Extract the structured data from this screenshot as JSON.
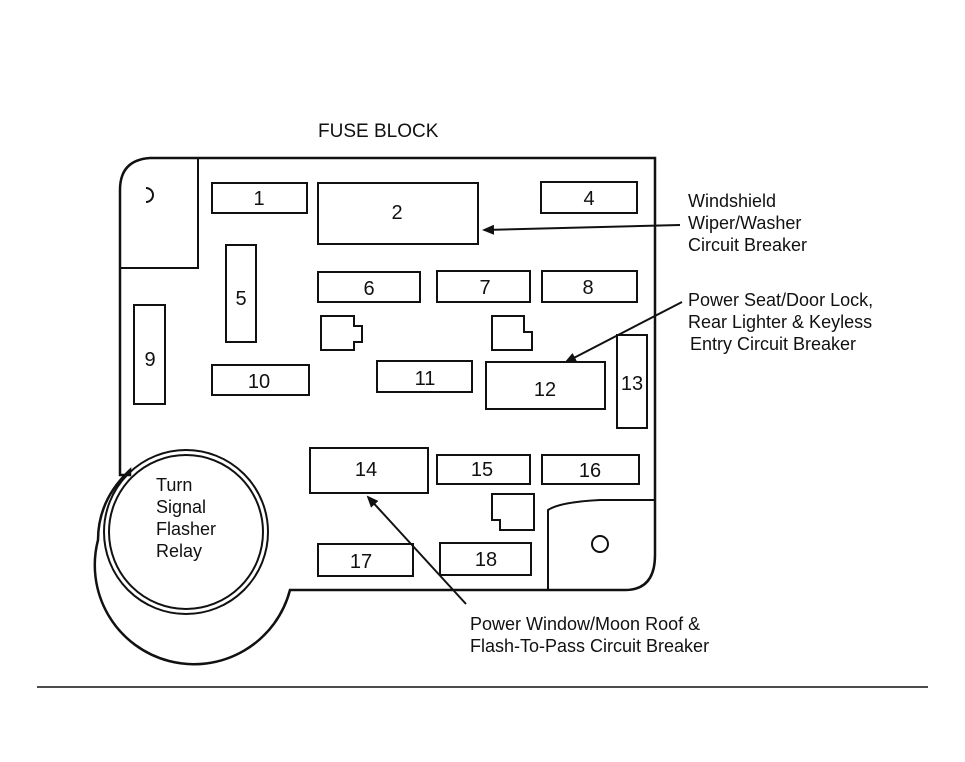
{
  "title": "FUSE BLOCK",
  "fuses": [
    "1",
    "2",
    "4",
    "5",
    "6",
    "7",
    "8",
    "9",
    "10",
    "11",
    "12",
    "13",
    "14",
    "15",
    "16",
    "17",
    "18"
  ],
  "relay": {
    "line1": "Turn",
    "line2": "Signal",
    "line3": "Flasher",
    "line4": "Relay"
  },
  "callouts": {
    "wiper": {
      "line1": "Windshield",
      "line2": "Wiper/Washer",
      "line3": "Circuit Breaker"
    },
    "seat": {
      "line1": "Power Seat/Door Lock,",
      "line2": "Rear Lighter & Keyless",
      "line3": "Entry Circuit Breaker"
    },
    "window": {
      "line1": "Power Window/Moon Roof &",
      "line2": "Flash-To-Pass Circuit Breaker"
    }
  }
}
